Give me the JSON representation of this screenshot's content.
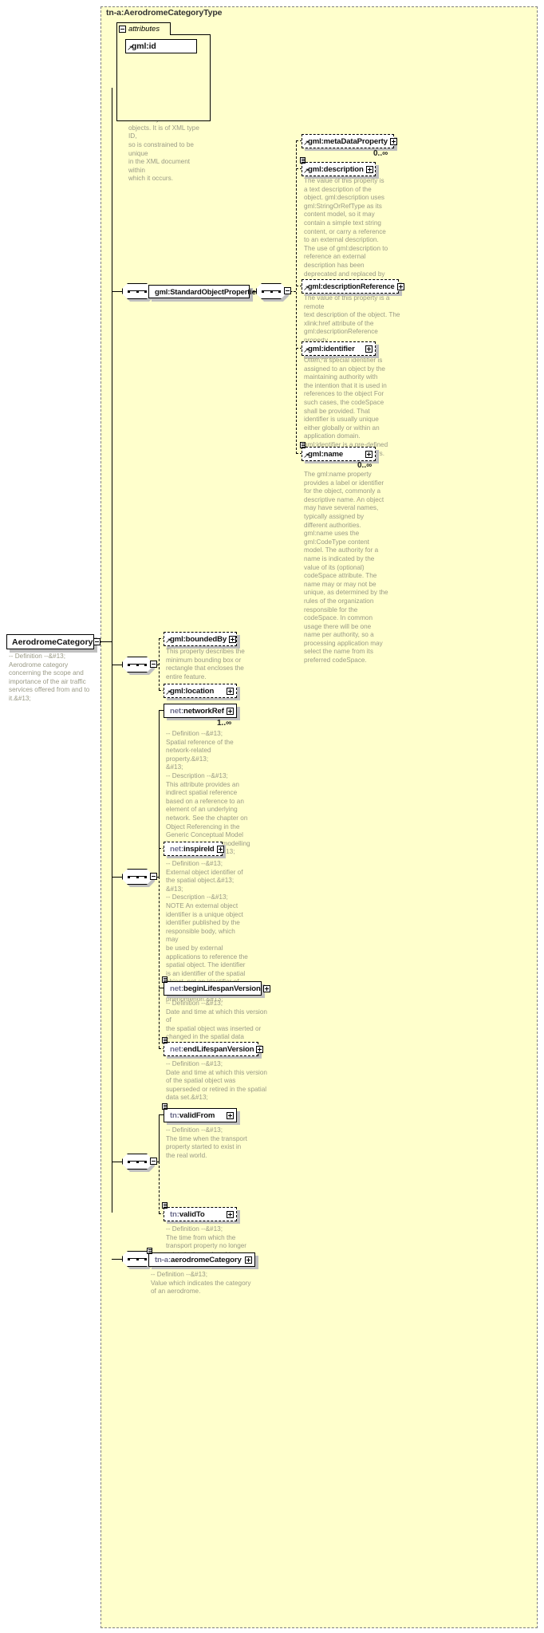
{
  "diagram": {
    "type_title": "tn-a:AerodromeCategoryType",
    "attributes_tab_label": "attributes",
    "root_element": {
      "label": "AerodromeCategory",
      "annotation": "-- Definition --&#13;\nAerodrome category\nconcerning the scope and\nimportance of the air traffic\nservices offered from and to\nit.&#13;"
    },
    "attribute": {
      "name": "gml:id",
      "annotation": "The attribute gml:id supports\nprovision of a handle for the\nXML element representing a\nGML Object. Its use is\nmandatory for all GML\nobjects. It is of XML type ID,\nso is constrained to be unique\nin the XML document within\nwhich it occurs."
    },
    "standard_object_properties": {
      "label": "gml:StandardObjectProperties"
    },
    "gml_nodes": [
      {
        "name": "gml:metaDataProperty",
        "cardinality": "0..∞",
        "annotation": ""
      },
      {
        "name": "gml:description",
        "cardinality": "",
        "annotation": "The value of this property is\na text description of the\nobject. gml:description uses\ngml:StringOrRefType as its\ncontent model, so it may\ncontain a simple text string\ncontent, or carry a reference\nto an external description.\nThe use of gml:description to\nreference an external\ndescription has been\ndeprecated and replaced by\nthe gml:descriptionReference\nproperty."
      },
      {
        "name": "gml:descriptionReference",
        "cardinality": "",
        "annotation": "The value of this property is a remote\ntext description of the object. The\nxlink:href attribute of the\ngml:descriptionReference property\nreferences the external description."
      },
      {
        "name": "gml:identifier",
        "cardinality": "",
        "annotation": "Often, a special identifier is\nassigned to an object by the\nmaintaining authority with\nthe intention that it is used in\nreferences to the object For\nsuch cases, the codeSpace\nshall be provided. That\nidentifier is usually unique\neither globally or within an\napplication domain.\ngml:identifier is a pre-defined\nproperty for such identifiers."
      },
      {
        "name": "gml:name",
        "cardinality": "0..∞",
        "annotation": "The gml:name property\nprovides a label or identifier\nfor the object, commonly a\ndescriptive name. An object\nmay have several names,\ntypically assigned by\ndifferent authorities.\ngml:name uses the\ngml:CodeType content\nmodel.  The authority for a\nname is indicated by the\nvalue of its (optional)\ncodeSpace attribute.  The\nname may or may not be\nunique, as determined by the\nrules of the organization\nresponsible for the\ncodeSpace.  In common\nusage there will be one\nname per authority, so a\nprocessing application may\nselect the name from its\npreferred codeSpace."
      }
    ],
    "content_nodes": [
      {
        "name": "gml:boundedBy",
        "cardinality": "",
        "annotation": "This property describes the\nminimum bounding box or\nrectangle that encloses the\nentire feature."
      },
      {
        "name": "gml:location",
        "cardinality": "",
        "annotation": ""
      },
      {
        "name": "net:networkRef",
        "cardinality": "1..∞",
        "annotation": "-- Definition --&#13;\nSpatial reference of the\nnetwork-related\nproperty.&#13;\n&#13;\n-- Description --&#13;\nThis attribute provides an\nindirect spatial reference\nbased on a reference to an\nelement of an underlying\nnetwork. See the chapter on\nObject Referencing in the\nGeneric Conceptual Model\nfor a discussion on modelling\nobject references.&#13;"
      },
      {
        "name": "net:inspireId",
        "cardinality": "",
        "annotation": "-- Definition --&#13;\nExternal object identifier of\nthe spatial object.&#13;\n&#13;\n-- Description --&#13;\nNOTE An external object\nidentifier is a unique object\nidentifier published by the\nresponsible body, which may\nbe used by external\napplications to reference the\nspatial object. The identifier\nis an identifier of the spatial\nobject, not an identifier of\nthe real-world\nphenomenon.&#13;"
      },
      {
        "name": "net:beginLifespanVersion",
        "cardinality": "",
        "annotation": "-- Definition --&#13;\nDate and time at which this version of\nthe spatial object was inserted or\nchanged in the spatial data set.&#13;"
      },
      {
        "name": "net:endLifespanVersion",
        "cardinality": "",
        "annotation": "-- Definition --&#13;\nDate and time at which this version\nof the spatial object was\nsuperseded or retired in the spatial\ndata set.&#13;"
      },
      {
        "name": "tn:validFrom",
        "cardinality": "",
        "annotation": "-- Definition --&#13;\nThe time when the transport\nproperty started to exist in\nthe real world."
      },
      {
        "name": "tn:validTo",
        "cardinality": "",
        "annotation": "-- Definition --&#13;\nThe time from which the\ntransport property no longer\nexists in the real world."
      },
      {
        "name": "tn-a:aerodromeCategory",
        "cardinality": "",
        "annotation": "-- Definition --&#13;\nValue which indicates the category\nof an aerodrome."
      }
    ],
    "colors": {
      "type_background": "#ffffcc",
      "node_background": "#ffffff",
      "border": "#000000",
      "annotation_text": "#9a9a86",
      "namespace_prefix": "#6b6b8a",
      "shadow": "#bfbfbf"
    }
  }
}
